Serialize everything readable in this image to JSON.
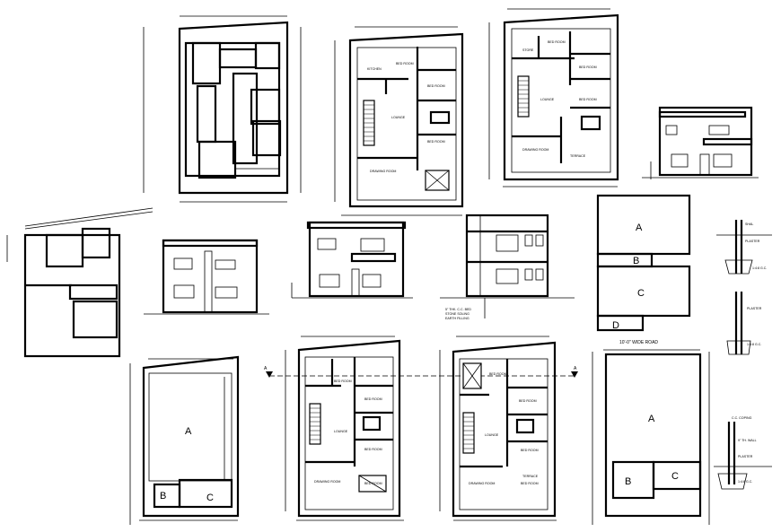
{
  "plans": {
    "top_first": {
      "kitchen": "KITCHEN",
      "bed1": "BED ROOM",
      "bed2": "BED ROOM",
      "bed3": "BED ROOM",
      "lounge": "LOUNGE",
      "drawing": "DRAWING ROOM"
    },
    "top_second": {
      "store": "STORE",
      "bed1": "BED ROOM",
      "bed2": "BED ROOM",
      "bed3": "BED ROOM",
      "lounge": "LOUNGE",
      "drawing": "DRAWING ROOM",
      "terrace": "TERRACE"
    },
    "bottom_first": {
      "bed1": "BED ROOM",
      "bed2": "BED ROOM",
      "bed3": "BED ROOM",
      "bed4": "BED ROOM",
      "lounge": "LOUNGE",
      "drawing": "DRAWING ROOM"
    },
    "bottom_second": {
      "bed1": "BED ROOM",
      "bed2": "BED ROOM",
      "bed3": "BED ROOM",
      "bed4": "BED ROOM",
      "lounge": "LOUNGE",
      "drawing": "DRAWING ROOM",
      "terrace": "TERRACE"
    }
  },
  "areas": {
    "right": {
      "a": "A",
      "b": "B",
      "c": "C",
      "d": "D"
    },
    "bottom_left": {
      "a": "A",
      "b": "B",
      "c": "C"
    },
    "bottom_right": {
      "a": "A",
      "b": "B",
      "c": "C",
      "road": "10'-0\" WIDE ROAD"
    }
  },
  "section": {
    "markers": {
      "left": "A",
      "right": "A"
    },
    "notes": [
      "5\" THK. C.C. BED",
      "STONE SOLING",
      "EARTH FILLING"
    ]
  },
  "details": {
    "footing": [
      "SHAL",
      "1:4:8 G.C.",
      "PLASTER"
    ],
    "wall": [
      "PLASTER",
      "1:4:8 G.C.",
      "9\" TH. WALL",
      "C.C. COPING"
    ]
  }
}
